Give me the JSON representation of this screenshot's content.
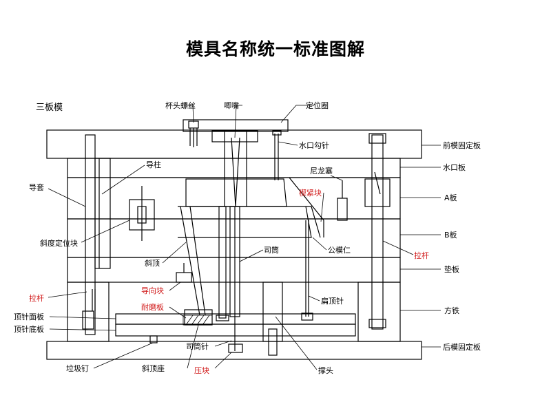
{
  "title": "模具名称统一标准图解",
  "mold_type": "三板模",
  "colors": {
    "line": "#000000",
    "highlight": "#d01818",
    "background": "#ffffff"
  },
  "labels": {
    "cup_screw": "杯头螺丝",
    "sprue": "唧嘴",
    "locating_ring": "定位圈",
    "water_hook_pin": "水口勾针",
    "front_clamp_plate": "前模固定板",
    "runner_plate": "水口板",
    "guide_pillar": "导柱",
    "nylon_plug": "尼龙塞",
    "guide_bush": "导套",
    "wedge_block": "楔紧块",
    "a_plate": "A板",
    "angle_locating_block": "斜度定位块",
    "core_insert": "公模仁",
    "b_plate": "B板",
    "ejector_sleeve": "司筒",
    "pull_rod_right": "拉杆",
    "lifter": "斜顶",
    "spacer_plate": "垫板",
    "guide_block": "导向块",
    "wear_plate": "耐磨板",
    "pull_rod_left": "拉杆",
    "flat_ejector": "扁顶针",
    "support_block": "方铁",
    "ejector_retainer_plate": "顶针面板",
    "ejector_base_plate": "顶针底板",
    "sleeve_pin": "司筒针",
    "rear_clamp_plate": "后模固定板",
    "stop_pin": "垃圾钉",
    "lifter_base": "斜顶座",
    "press_block": "压块",
    "support_pillar": "撑头"
  }
}
